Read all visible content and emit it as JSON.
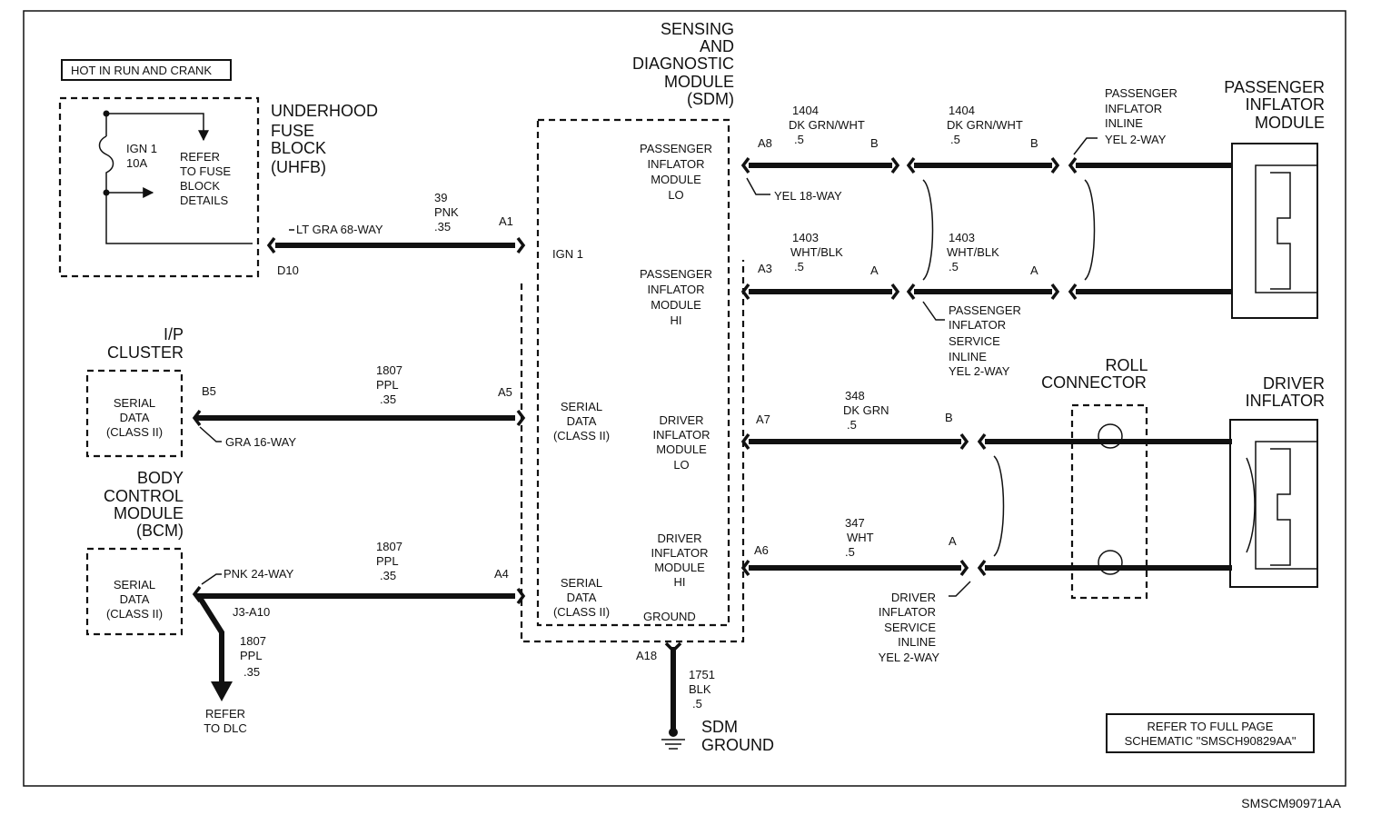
{
  "figure_id": "SMSCM90971AA",
  "hot_label": "HOT IN RUN AND CRANK",
  "refer_note": [
    "REFER TO FULL PAGE",
    "SCHEMATIC \"SMSCH90829AA\""
  ],
  "uhfb": {
    "title": [
      "UNDERHOOD",
      "FUSE",
      "BLOCK",
      "(UHFB)"
    ],
    "fuse": [
      "IGN 1",
      "10A"
    ],
    "refer": [
      "REFER",
      "TO FUSE",
      "BLOCK",
      "DETAILS"
    ]
  },
  "sdm": {
    "title": [
      "SENSING",
      "AND",
      "DIAGNOSTIC",
      "MODULE",
      "(SDM)"
    ],
    "ign": "IGN 1",
    "serial1": [
      "SERIAL",
      "DATA",
      "(CLASS II)"
    ],
    "serial2": [
      "SERIAL",
      "DATA",
      "(CLASS II)"
    ],
    "pass_lo": [
      "PASSENGER",
      "INFLATOR",
      "MODULE",
      "LO"
    ],
    "pass_hi": [
      "PASSENGER",
      "INFLATOR",
      "MODULE",
      "HI"
    ],
    "drv_lo": [
      "DRIVER",
      "INFLATOR",
      "MODULE",
      "LO"
    ],
    "drv_hi": [
      "DRIVER",
      "INFLATOR",
      "MODULE",
      "HI"
    ],
    "ground": "GROUND"
  },
  "ip_cluster": {
    "title": [
      "I/P",
      "CLUSTER"
    ],
    "box": [
      "SERIAL",
      "DATA",
      "(CLASS II)"
    ],
    "pin": "B5",
    "conn": "GRA 16-WAY"
  },
  "bcm": {
    "title": [
      "BODY",
      "CONTROL",
      "MODULE",
      "(BCM)"
    ],
    "box": [
      "SERIAL",
      "DATA",
      "(CLASS II)"
    ],
    "conn": "PNK 24-WAY",
    "pin": "J3-A10"
  },
  "wires": {
    "ign": {
      "num": "39",
      "color": "PNK",
      "gauge": ".35",
      "conn": "LT GRA 68-WAY",
      "pin_start": "D10",
      "pin_end": "A1"
    },
    "ser1": {
      "num": "1807",
      "color": "PPL",
      "gauge": ".35",
      "pin_end": "A5"
    },
    "ser2": {
      "num": "1807",
      "color": "PPL",
      "gauge": ".35",
      "pin_end": "A4"
    },
    "dlc": {
      "num": "1807",
      "color": "PPL",
      "gauge": ".35",
      "refer": [
        "REFER",
        "TO DLC"
      ]
    },
    "gnd": {
      "num": "1751",
      "color": "BLK",
      "gauge": ".5",
      "pin": "A18",
      "label": [
        "SDM",
        "GROUND"
      ]
    },
    "p1404a": {
      "num": "1404",
      "color": "DK GRN/WHT",
      "gauge": ".5",
      "pin_a": "A8",
      "pin_b": "B",
      "conn": "YEL 18-WAY"
    },
    "p1404b": {
      "num": "1404",
      "color": "DK GRN/WHT",
      "gauge": ".5",
      "pin_b": "B"
    },
    "p1403a": {
      "num": "1403",
      "color": "WHT/BLK",
      "gauge": ".5",
      "pin_a": "A3",
      "pin_b": "A"
    },
    "p1403b": {
      "num": "1403",
      "color": "WHT/BLK",
      "gauge": ".5",
      "pin_b": "A"
    },
    "d348": {
      "num": "348",
      "color": "DK GRN",
      "gauge": ".5",
      "pin_a": "A7",
      "pin_b": "B"
    },
    "d347": {
      "num": "347",
      "color": "WHT",
      "gauge": ".5",
      "pin_a": "A6",
      "pin_b": "A"
    }
  },
  "pass_inline": [
    "PASSENGER",
    "INFLATOR",
    "INLINE",
    "YEL 2-WAY"
  ],
  "pass_service": [
    "PASSENGER",
    "INFLATOR",
    "SERVICE",
    "INLINE",
    "YEL 2-WAY"
  ],
  "drv_service": [
    "DRIVER",
    "INFLATOR",
    "SERVICE",
    "INLINE",
    "YEL 2-WAY"
  ],
  "pass_module": [
    "PASSENGER",
    "INFLATOR",
    "MODULE"
  ],
  "roll_connector": [
    "ROLL",
    "CONNECTOR"
  ],
  "driver_inflator": [
    "DRIVER",
    "INFLATOR"
  ]
}
